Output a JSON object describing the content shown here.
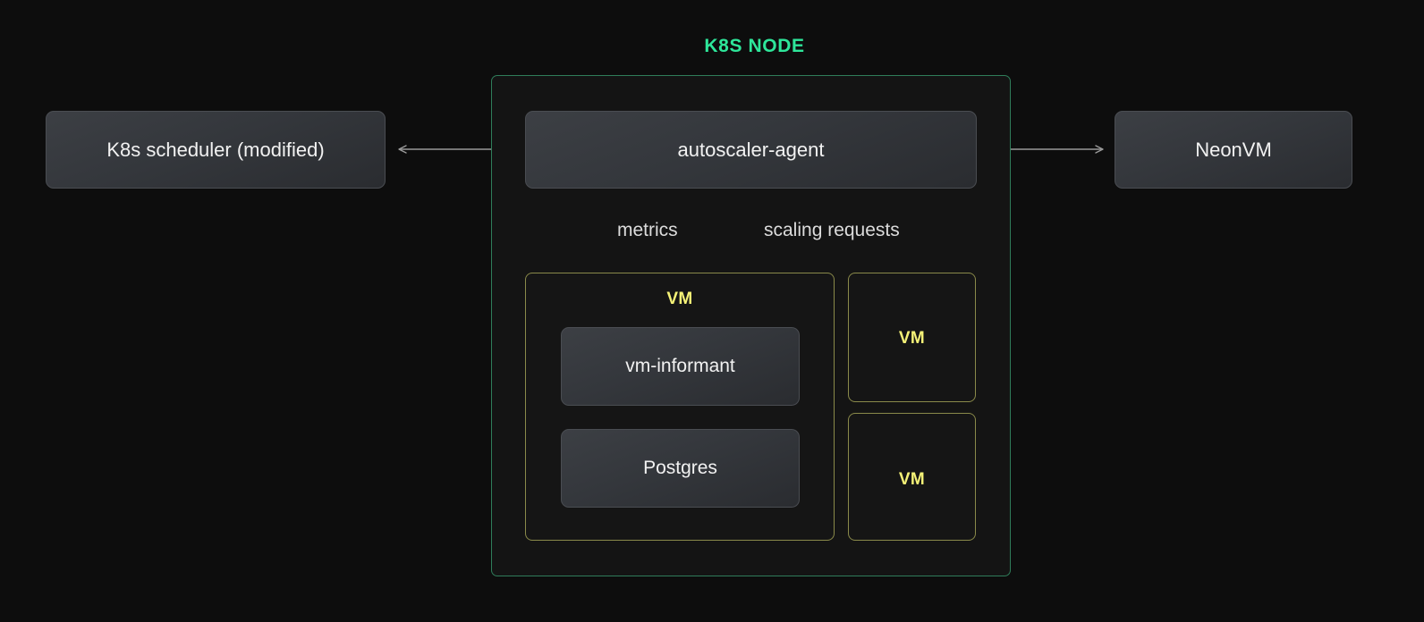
{
  "diagram": {
    "title": "K8S NODE",
    "background_color": "#0d0d0d",
    "node_border_color": "#2f7d5a",
    "node_fill_color": "#141414",
    "title_color": "#2ee69a",
    "vm_border_color": "#8a8a4a",
    "vm_label_color": "#f5f277",
    "arrow_color": "#9a9a9a",
    "card_text_color": "#f2f2f2"
  },
  "external": {
    "scheduler": {
      "label": "K8s scheduler (modified)"
    },
    "neonvm": {
      "label": "NeonVM"
    }
  },
  "node": {
    "agent": {
      "label": "autoscaler-agent"
    },
    "vm_main": {
      "label": "VM",
      "components": [
        {
          "label": "vm-informant"
        },
        {
          "label": "Postgres"
        }
      ]
    },
    "vm_other": [
      {
        "label": "VM"
      },
      {
        "label": "VM"
      }
    ]
  },
  "edges": [
    {
      "from": "autoscaler-agent",
      "to": "K8s scheduler (modified)",
      "label": "",
      "direction": "left"
    },
    {
      "from": "autoscaler-agent",
      "to": "NeonVM",
      "label": "",
      "direction": "right"
    },
    {
      "from": "autoscaler-agent",
      "to": "vm-informant",
      "label": "metrics",
      "direction": "bidirectional"
    },
    {
      "from": "autoscaler-agent",
      "to": "VM",
      "label": "scaling requests",
      "direction": "bidirectional"
    }
  ]
}
